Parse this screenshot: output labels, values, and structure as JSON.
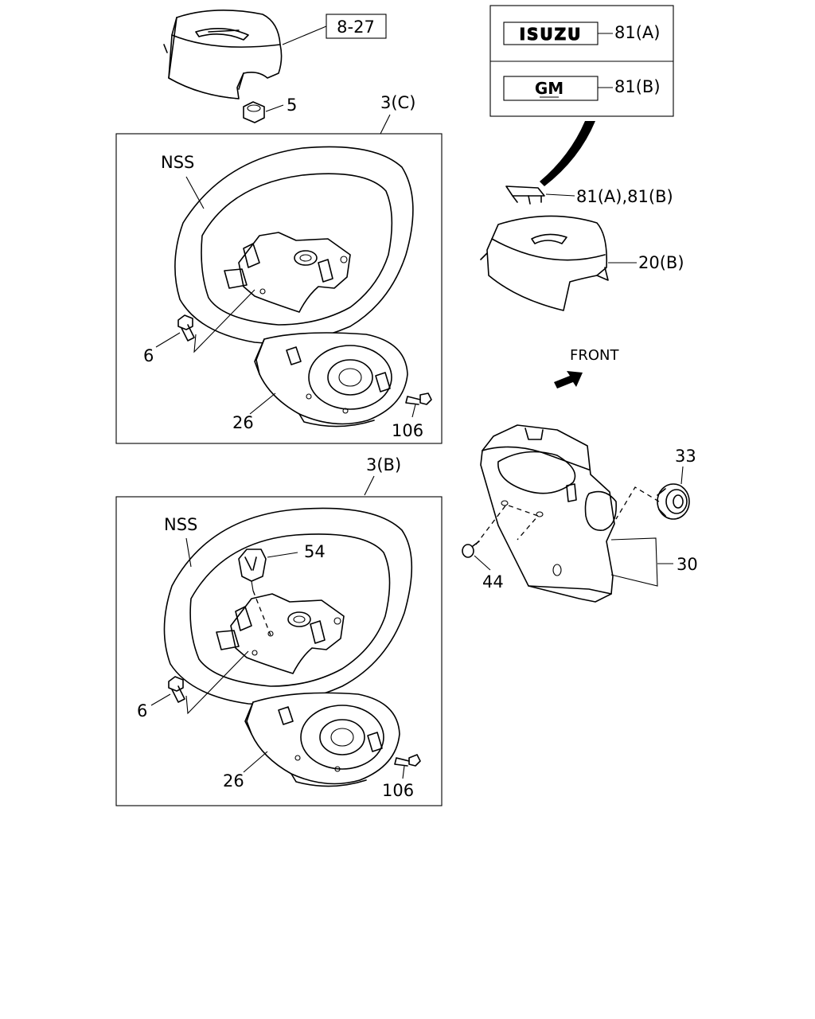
{
  "top_cover": {
    "ref": "8-27",
    "nut": "5"
  },
  "emblem_box": {
    "isuzu_text": "ISUZU",
    "isuzu_label": "81(A)",
    "gm_text": "GM",
    "gm_label": "81(B)"
  },
  "emblem_part": {
    "label": "81(A),81(B)"
  },
  "horn_cover": {
    "label": "20(B)"
  },
  "front": {
    "label": "FRONT"
  },
  "assembly_c": {
    "title": "3(C)",
    "wheel": "NSS",
    "bolt": "6",
    "cover": "26",
    "screw": "106"
  },
  "assembly_b": {
    "title": "3(B)",
    "wheel": "NSS",
    "switch": "54",
    "bolt": "6",
    "cover": "26",
    "screw": "106"
  },
  "column_cover": {
    "cover": "30",
    "grommet": "33",
    "screw": "44"
  }
}
